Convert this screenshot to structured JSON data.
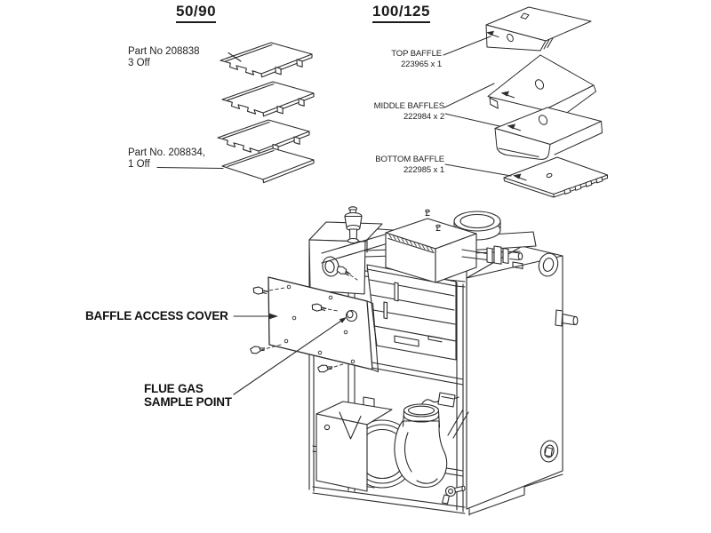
{
  "colors": {
    "line": "#2b2b2b",
    "background": "#ffffff"
  },
  "headings": {
    "left": "50/90",
    "right": "100/125"
  },
  "left_parts": {
    "part1_line1": "Part No 208838",
    "part1_line2": "3 Off",
    "part2_line1": "Part No. 208834,",
    "part2_line2": "1 Off"
  },
  "right_parts": {
    "top_name": "TOP BAFFLE",
    "top_qty": "223965 x 1",
    "middle_name": "MIDDLE BAFFLES",
    "middle_qty": "222984 x 2",
    "bottom_name": "BOTTOM BAFFLE",
    "bottom_qty": "222985 x 1"
  },
  "callouts": {
    "access_cover": "BAFFLE ACCESS COVER",
    "flue_gas_line1": "FLUE GAS",
    "flue_gas_line2": "SAMPLE POINT"
  }
}
